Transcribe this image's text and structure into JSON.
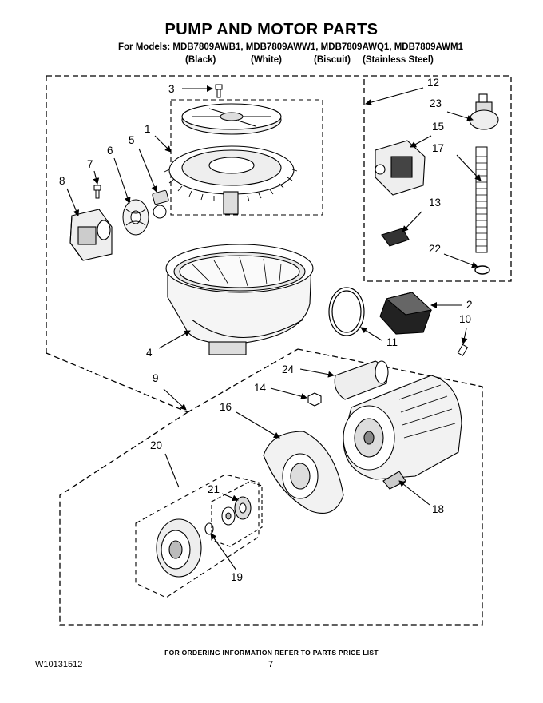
{
  "title": "PUMP AND MOTOR PARTS",
  "models_line": "For Models: MDB7809AWB1, MDB7809AWW1, MDB7809AWQ1, MDB7809AWM1",
  "colors": [
    "(Black)",
    "(White)",
    "(Biscuit)",
    "(Stainless Steel)"
  ],
  "footer_note": "FOR ORDERING INFORMATION REFER TO PARTS PRICE LIST",
  "document_number": "W10131512",
  "page_number": "7",
  "callouts": {
    "c1": "1",
    "c2": "2",
    "c3": "3",
    "c4": "4",
    "c5": "5",
    "c6": "6",
    "c7": "7",
    "c8": "8",
    "c9": "9",
    "c10": "10",
    "c11": "11",
    "c12": "12",
    "c13": "13",
    "c14": "14",
    "c15": "15",
    "c16": "16",
    "c17": "17",
    "c18": "18",
    "c19": "19",
    "c20": "20",
    "c21": "21",
    "c22": "22",
    "c23": "23",
    "c24": "24"
  }
}
